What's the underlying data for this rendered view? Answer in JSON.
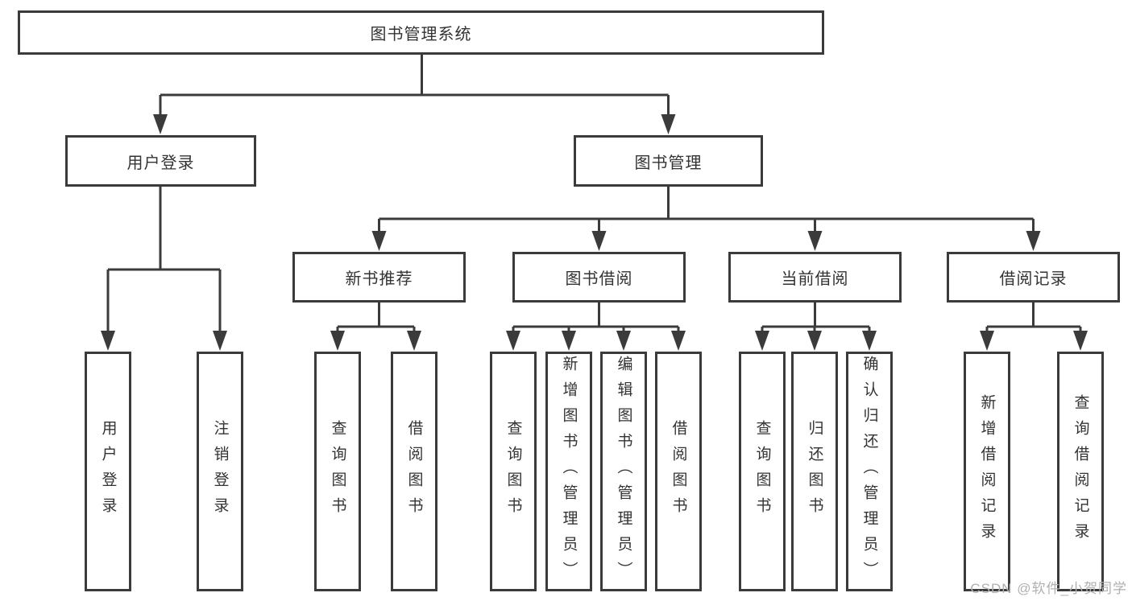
{
  "diagram": {
    "title": "图书管理系统",
    "watermark": "CSDN @软件_小贺同学",
    "colors": {
      "background": "#ffffff",
      "line": "#3b3b3b",
      "box_border": "#3b3b3b",
      "box_fill": "#ffffff",
      "text": "#333333",
      "watermark_text": "#b0b0b0"
    },
    "tree": {
      "root": {
        "label": "图书管理系统",
        "children": [
          {
            "label": "用户登录",
            "children": [
              {
                "label": "用户登录"
              },
              {
                "label": "注销登录"
              }
            ]
          },
          {
            "label": "图书管理",
            "children": [
              {
                "label": "新书推荐",
                "children": [
                  {
                    "label": "查询图书"
                  },
                  {
                    "label": "借阅图书"
                  }
                ]
              },
              {
                "label": "图书借阅",
                "children": [
                  {
                    "label": "查询图书"
                  },
                  {
                    "label": "新增图书（管理员）"
                  },
                  {
                    "label": "编辑图书（管理员）"
                  },
                  {
                    "label": "借阅图书"
                  }
                ]
              },
              {
                "label": "当前借阅",
                "children": [
                  {
                    "label": "查询图书"
                  },
                  {
                    "label": "归还图书"
                  },
                  {
                    "label": "确认归还（管理员）"
                  }
                ]
              },
              {
                "label": "借阅记录",
                "children": [
                  {
                    "label": "新增借阅记录"
                  },
                  {
                    "label": "查询借阅记录"
                  }
                ]
              }
            ]
          }
        ]
      }
    }
  }
}
